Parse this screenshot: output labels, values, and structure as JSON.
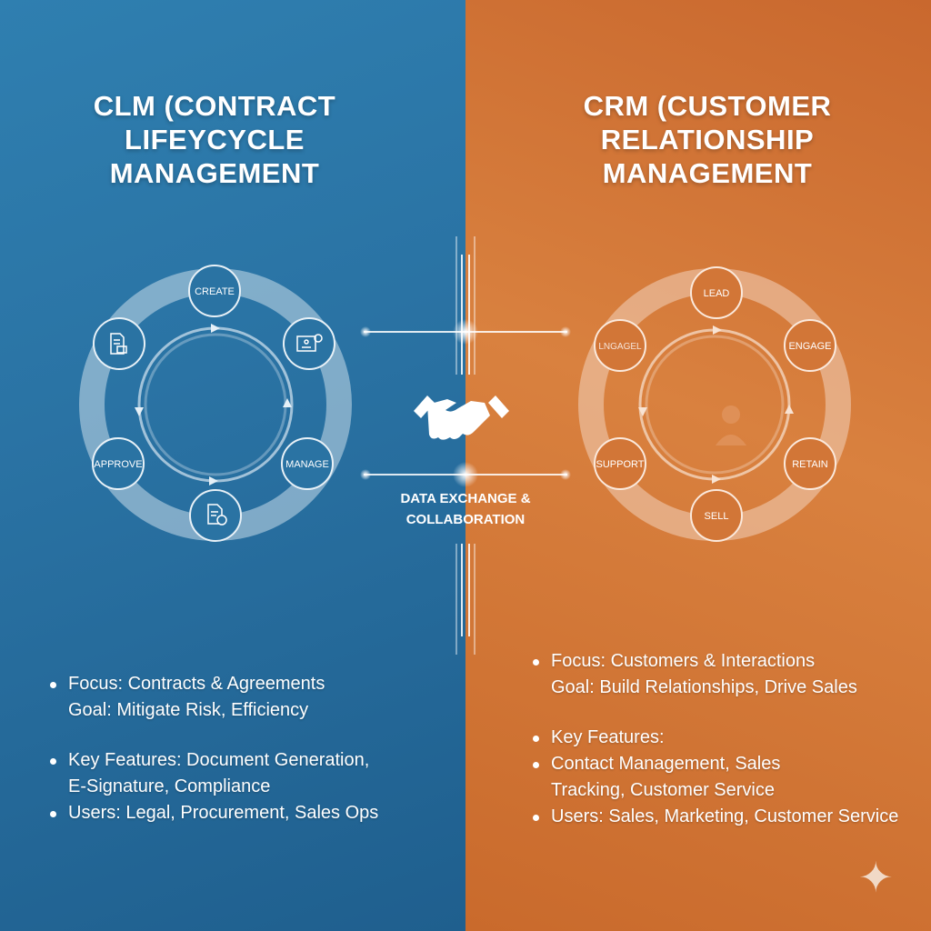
{
  "colors": {
    "clm": "#2a76a8",
    "crm": "#d7793a",
    "text": "#ffffff"
  },
  "clm": {
    "title_lines": [
      "CLM (CONTRACT",
      "LIFEYCYCLE",
      "MANAGEMENT"
    ],
    "cycle": {
      "nodes": [
        {
          "label": "CREATE"
        },
        {
          "icon": "document-signing-icon"
        },
        {
          "label": "MANAGE"
        },
        {
          "icon": "invoice-document-icon"
        },
        {
          "label": "APPROVE"
        },
        {
          "icon": "document-form-icon"
        }
      ]
    },
    "bullets": [
      [
        "Focus: Contracts & Agreements",
        "Goal: Mitigate Risk, Efficiency"
      ],
      [
        "Key Features: Document Generation,",
        "E-Signature, Compliance"
      ],
      [
        "Users: Legal, Procurement, Sales Ops"
      ]
    ]
  },
  "crm": {
    "title_lines": [
      "CRM (CUSTOMER",
      "RELATIONSHIP",
      "MANAGEMENT"
    ],
    "cycle": {
      "nodes": [
        {
          "label": "LEAD"
        },
        {
          "label": "ENGAGE"
        },
        {
          "label": "RETAIN"
        },
        {
          "label": "SELL"
        },
        {
          "label": "SUPPORT"
        },
        {
          "label": "LNGAGEL"
        }
      ]
    },
    "bullets": [
      [
        "Focus: Customers & Interactions",
        "Goal: Build Relationships, Drive Sales"
      ],
      [
        "Key Features:"
      ],
      [
        "Contact Management, Sales",
        "Tracking, Customer Service"
      ],
      [
        "Users: Sales, Marketing, Customer Service"
      ]
    ]
  },
  "center": {
    "icon": "handshake-icon",
    "label_lines": [
      "DATA EXCHANGE &",
      "COLLABORATION"
    ]
  },
  "corner_icon": "sparkle-icon"
}
